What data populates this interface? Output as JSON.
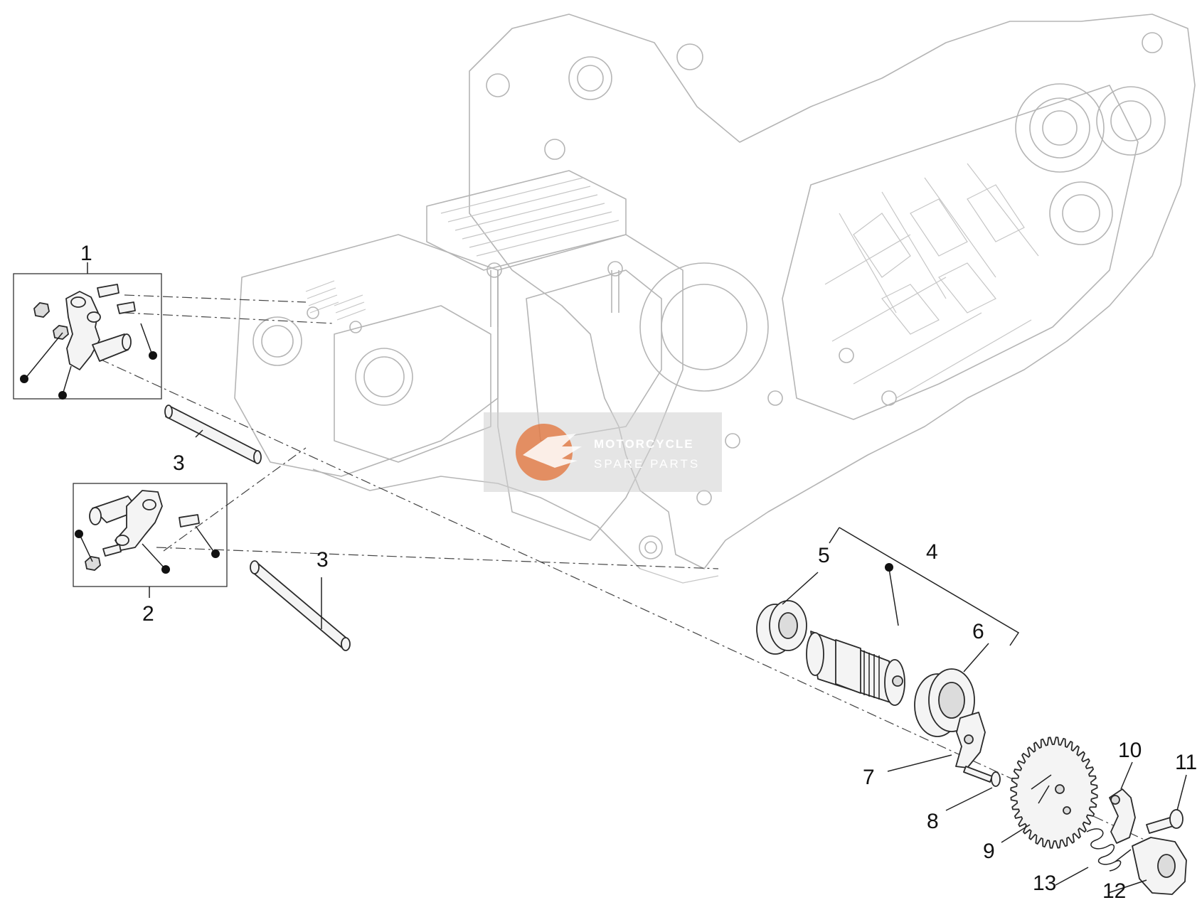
{
  "watermark": {
    "line1": "MOTORCYCLE",
    "line2": "SPARE PARTS",
    "accent": "#e2692b"
  },
  "callouts": {
    "c1": "1",
    "c2": "2",
    "c3a": "3",
    "c3b": "3",
    "c4": "4",
    "c5": "5",
    "c6": "6",
    "c7": "7",
    "c8": "8",
    "c9": "9",
    "c10": "10",
    "c11": "11",
    "c12": "12",
    "c13": "13"
  },
  "colors": {
    "line": "#2a2a2a",
    "ghost": "#b5b5b5",
    "background": "#ffffff"
  }
}
